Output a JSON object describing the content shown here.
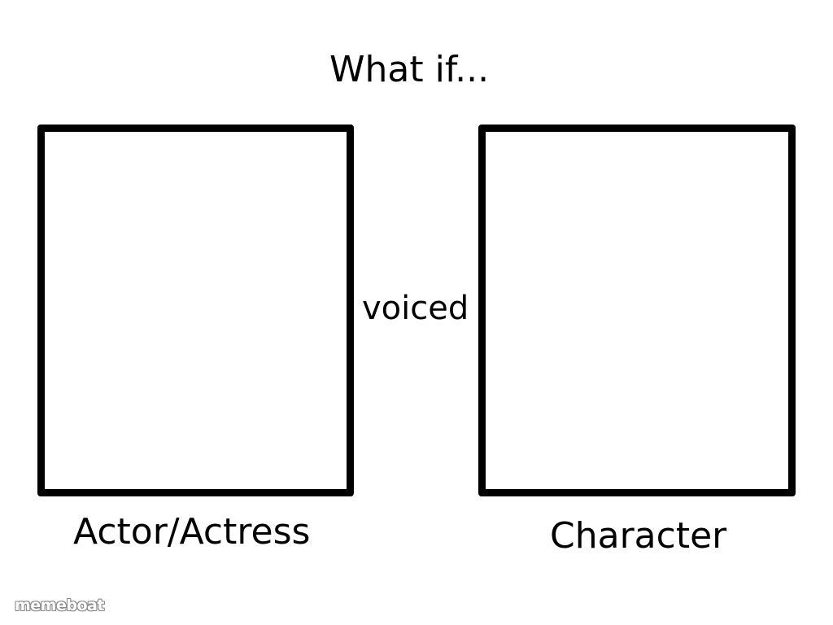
{
  "title": "What if...",
  "connector": "voiced",
  "panels": {
    "left": {
      "caption": "Actor/Actress"
    },
    "right": {
      "caption": "Character"
    }
  },
  "watermark": "memeboat",
  "colors": {
    "background": "#ffffff",
    "frame": "#000000",
    "text": "#000000",
    "watermark_outline": "#8a8a8a"
  }
}
